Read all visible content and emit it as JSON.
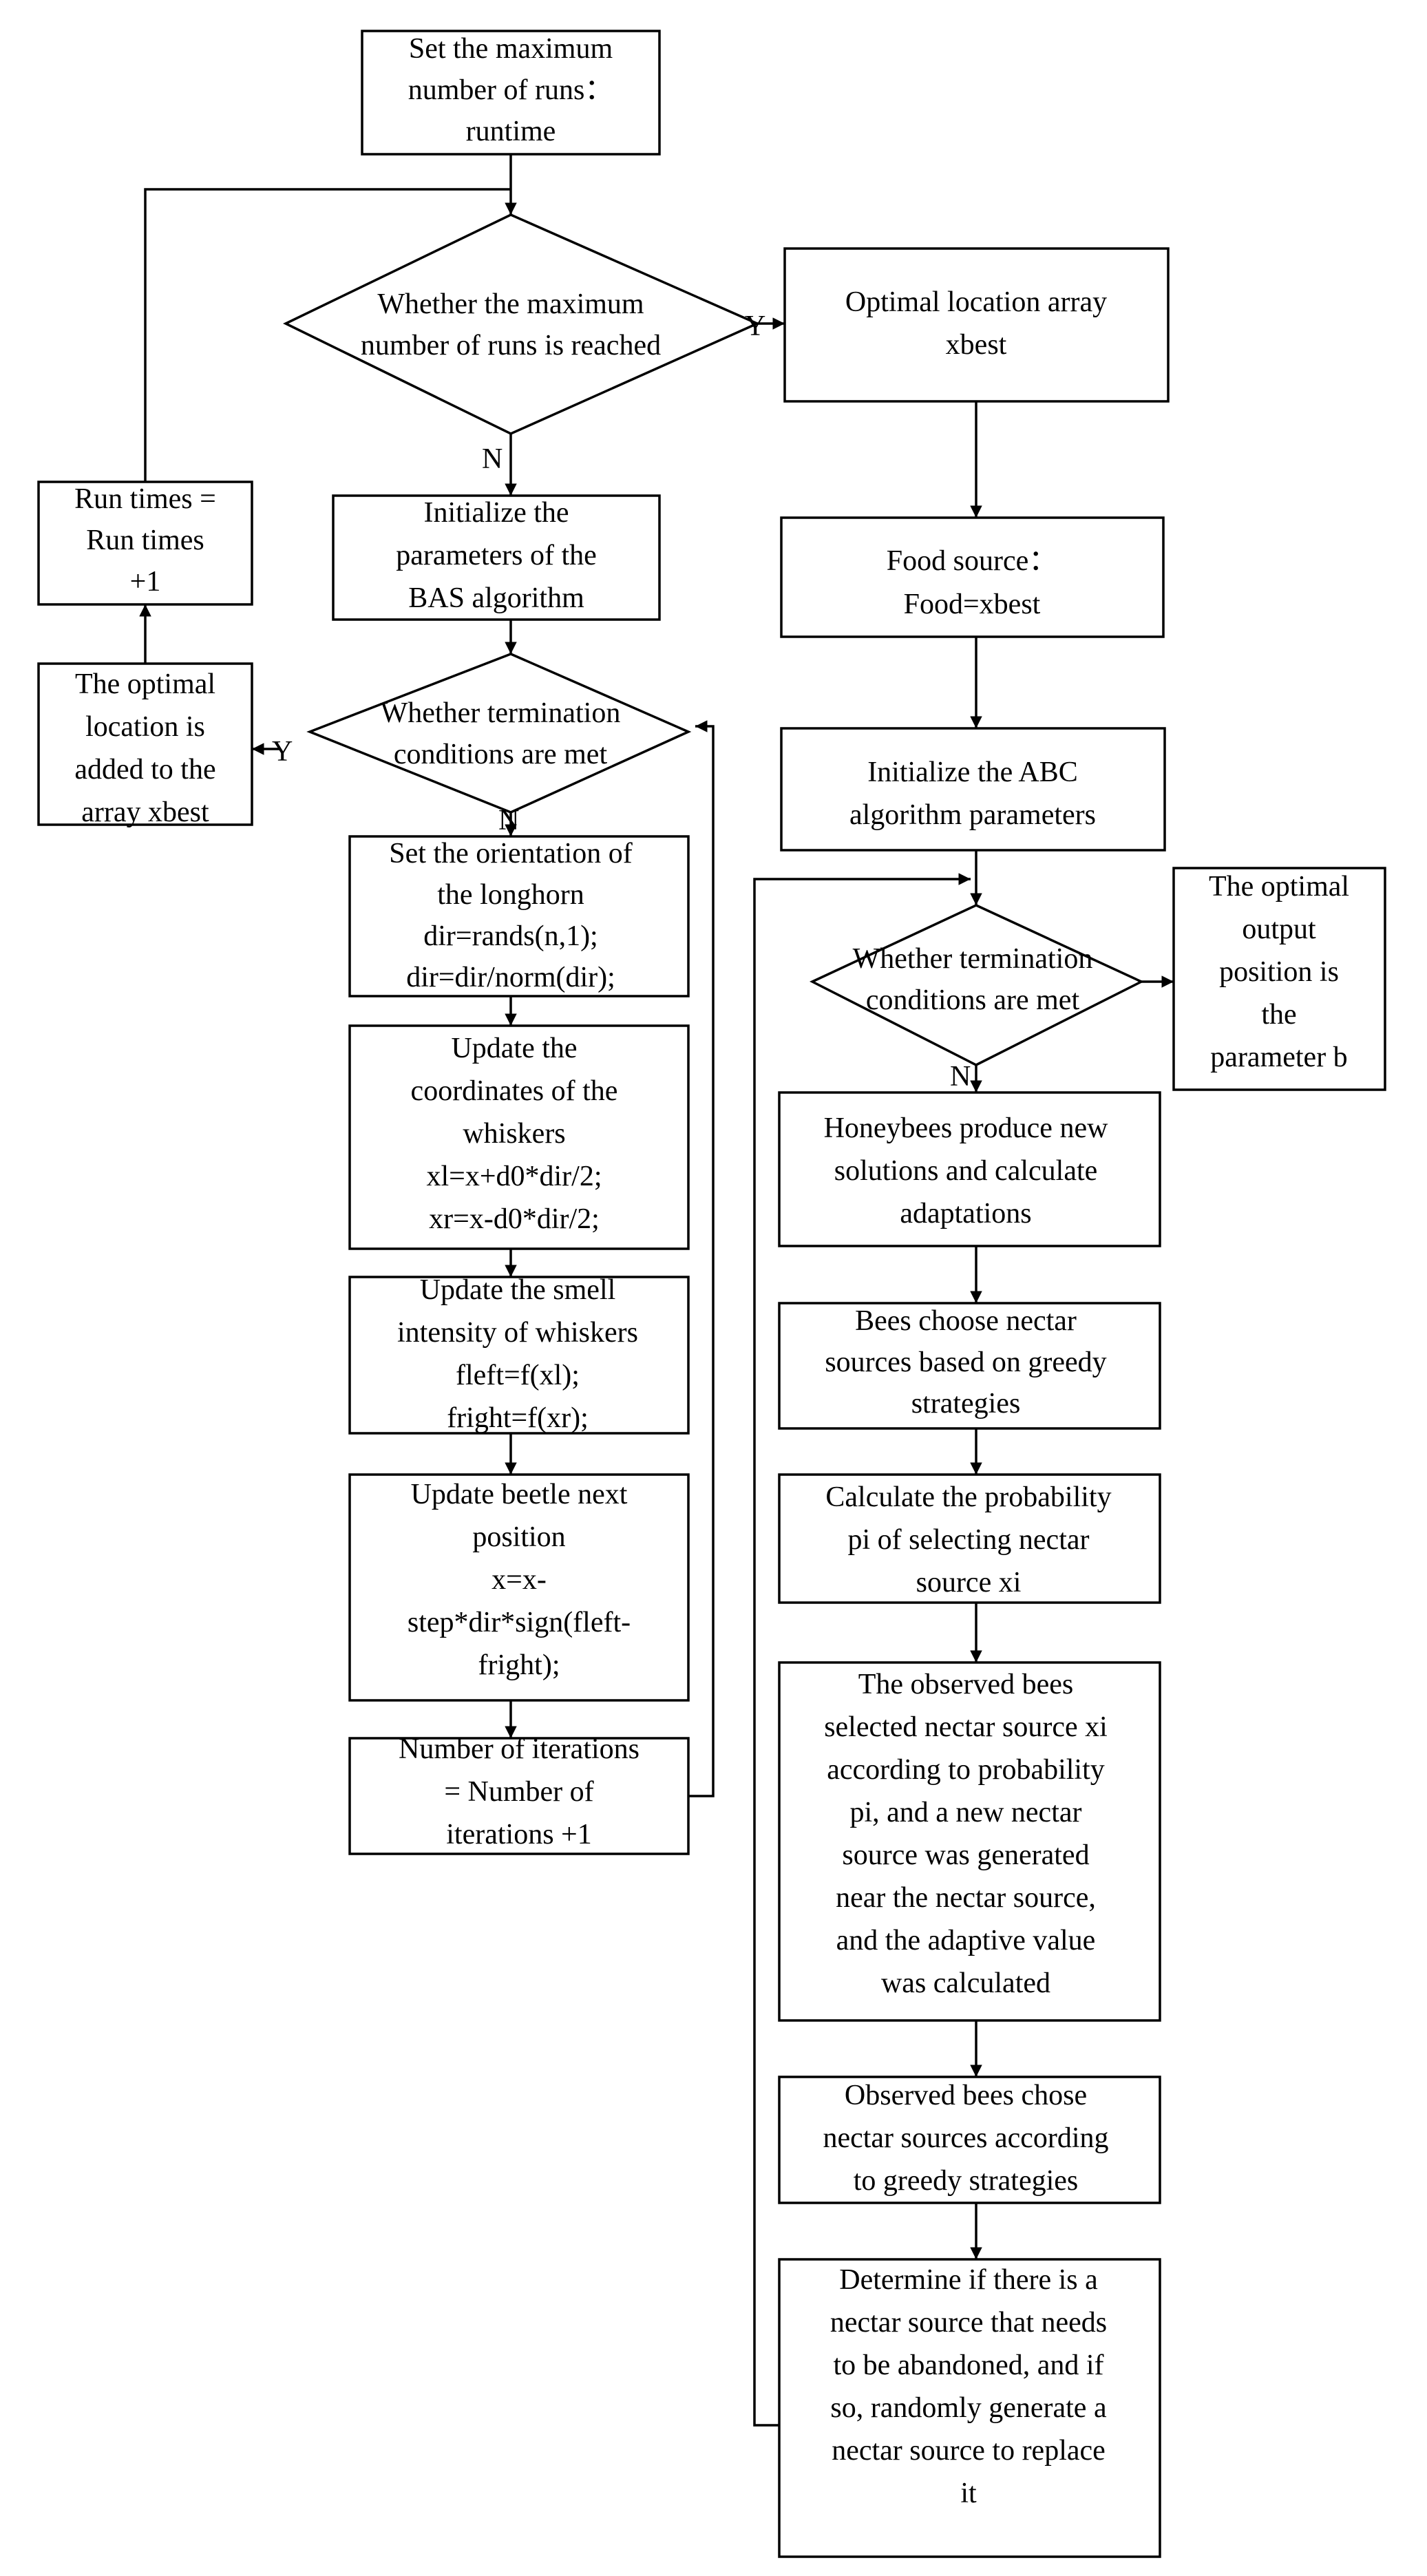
{
  "nodes": {
    "set_max_runs": [
      "Set the maximum",
      "number of runs：",
      "runtime"
    ],
    "check_max_runs": [
      "Whether the maximum",
      "number of runs is reached"
    ],
    "optimal_location_array": [
      "Optimal location array",
      "xbest"
    ],
    "run_times": [
      "Run times =",
      "Run times",
      "+1"
    ],
    "init_bas": [
      "Initialize the",
      "parameters of the",
      "BAS algorithm"
    ],
    "food_source": [
      "Food source：",
      "Food=xbest"
    ],
    "optimal_added": [
      "The optimal",
      "location is",
      "added to the",
      "array xbest"
    ],
    "check_term_bas": [
      "Whether termination",
      "conditions are met"
    ],
    "init_abc": [
      "Initialize the ABC",
      "algorithm parameters"
    ],
    "set_orientation": [
      "Set the orientation of",
      "the longhorn",
      "dir=rands(n,1);",
      "dir=dir/norm(dir);"
    ],
    "check_term_abc": [
      "Whether termination",
      "conditions are met"
    ],
    "optimal_output": [
      "The optimal",
      "output",
      "position is",
      "the",
      "parameter b"
    ],
    "update_coords": [
      "Update the",
      "coordinates of the",
      "whiskers",
      "xl=x+d0*dir/2;",
      "xr=x-d0*dir/2;"
    ],
    "honeybees_new": [
      "Honeybees produce new",
      "solutions and calculate",
      "adaptations"
    ],
    "update_smell": [
      "Update the smell",
      "intensity of whiskers",
      "fleft=f(xl);",
      "fright=f(xr);"
    ],
    "bees_choose": [
      "Bees choose nectar",
      "sources based on greedy",
      "strategies"
    ],
    "update_position": [
      "Update beetle next",
      "position",
      "x=x-",
      "step*dir*sign(fleft-",
      "fright);"
    ],
    "calc_probability": [
      "Calculate the probability",
      "pi of selecting nectar",
      "source xi"
    ],
    "observed_selected": [
      "The observed bees",
      "selected nectar source xi",
      "according to probability",
      "pi, and a new nectar",
      "source was generated",
      "near the nectar source,",
      "and the adaptive value",
      "was calculated"
    ],
    "iterations": [
      "Number of iterations",
      "= Number of",
      "iterations +1"
    ],
    "observed_chose": [
      "Observed bees chose",
      "nectar sources according",
      "to greedy strategies"
    ],
    "determine_abandon": [
      "Determine if there is a",
      "nectar source that needs",
      "to be abandoned, and if",
      "so, randomly generate a",
      "nectar source to replace",
      "it"
    ]
  },
  "labels": {
    "yes_runs": "Y",
    "no_runs": "N",
    "yes_bas": "Y",
    "no_bas": "N",
    "no_abc": "N"
  }
}
